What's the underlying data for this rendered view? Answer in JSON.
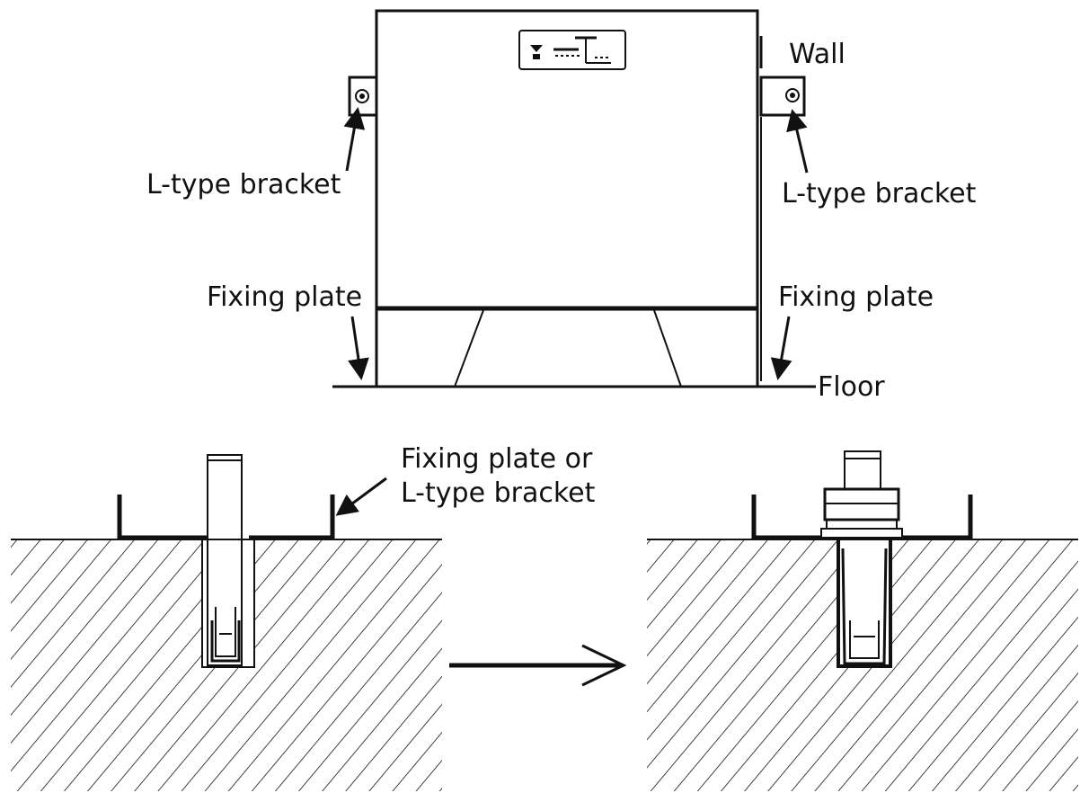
{
  "labels": {
    "wall": "Wall",
    "bracket_left": "L-type bracket",
    "bracket_right": "L-type bracket",
    "fixing_plate_left": "Fixing plate",
    "fixing_plate_right": "Fixing plate",
    "floor": "Floor",
    "detail_line1": "Fixing plate or",
    "detail_line2": "L-type bracket"
  },
  "colors": {
    "line": "#111111",
    "background": "#ffffff"
  }
}
